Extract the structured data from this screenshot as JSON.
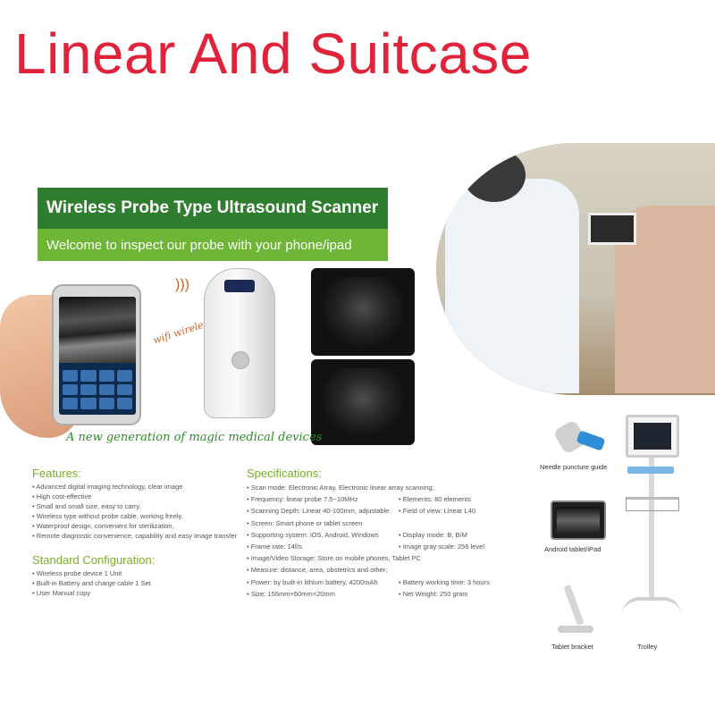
{
  "header": {
    "title": "Linear And Suitcase"
  },
  "banner": {
    "title": "Wireless Probe Type Ultrasound Scanner",
    "subtitle": "Welcome to inspect our probe with your phone/ipad"
  },
  "hero": {
    "wifi_label": "wifi wireless",
    "tagline": "A new generation of magic medical devices"
  },
  "features": {
    "title": "Features:",
    "items": [
      "Advanced digital imaging technology, clear image",
      "High cost-effective",
      "Small and small size, easy to carry.",
      "Wireless type without probe cable, working freely.",
      "Waterproof design, convenient for sterilization,",
      "Remote diagnostic convenience, capability and easy image transfer"
    ]
  },
  "configuration": {
    "title": "Standard Configuration:",
    "items": [
      "Wireless probe device  1 Unit",
      "Built-in Battery and charge cable 1 Set",
      "User Manual copy"
    ]
  },
  "specifications": {
    "title": "Specifications:",
    "scan_mode": "Scan mode: Electronic Array, Electronic linear array scanning;",
    "rows": [
      {
        "left": "Frequency:  linear probe 7.5~10MHz",
        "right": "Elements: 80 elements"
      },
      {
        "left": "Scanning Depth: Linear 40-100mm, adjustable",
        "right": "Field of view: Linear L40"
      },
      {
        "left": "Screen: Smart phone or tablet screen",
        "right": ""
      },
      {
        "left": "Supporting system: iOS, Android, Windows",
        "right": "Display mode: B, B/M"
      },
      {
        "left": "Frame rate: 14f/s",
        "right": "Image gray scale: 256 level"
      },
      {
        "left": "Image/Video Storage: Store on mobile phones, Tablet PC",
        "right": ""
      },
      {
        "left": "Measure: distance, area, obstetrics and other;",
        "right": ""
      },
      {
        "left": "Power: by built-in lithium battery, 4200mAh",
        "right": "Battery working time: 3 hours"
      },
      {
        "left": "Size: 156mm×60mm×20mm",
        "right": "Net Weight: 250 gram"
      }
    ]
  },
  "accessories": {
    "needle_guide": "Needle puncture  guide",
    "tablet": "Android tablet/iPad",
    "bracket": "Tablet bracket",
    "trolley": "Trolley"
  },
  "colors": {
    "title_red": "#e0233a",
    "banner_dark": "#2f7d2f",
    "banner_light": "#6fb536",
    "heading_green": "#79ae26"
  }
}
